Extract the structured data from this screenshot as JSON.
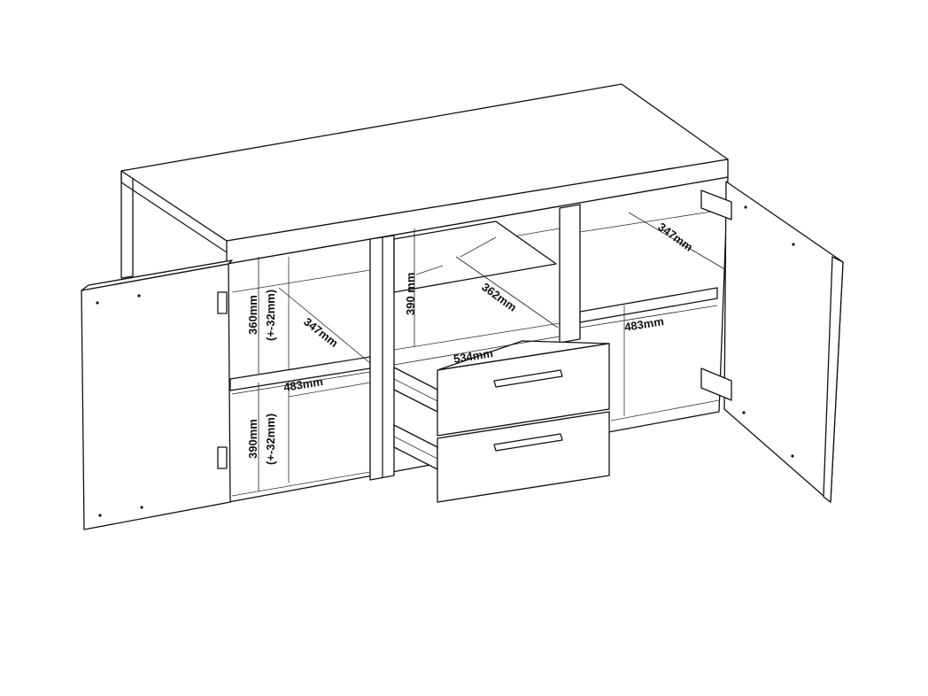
{
  "dimensions": {
    "left_upper_height": "360mm",
    "left_upper_tolerance": "(+-32mm)",
    "left_lower_height": "390mm",
    "left_lower_tolerance": "(+-32mm)",
    "left_depth": "347mm",
    "left_width": "483mm",
    "center_height": "390 mm",
    "center_depth": "362mm",
    "center_width": "534mm",
    "right_width": "483mm",
    "right_depth": "347mm"
  }
}
